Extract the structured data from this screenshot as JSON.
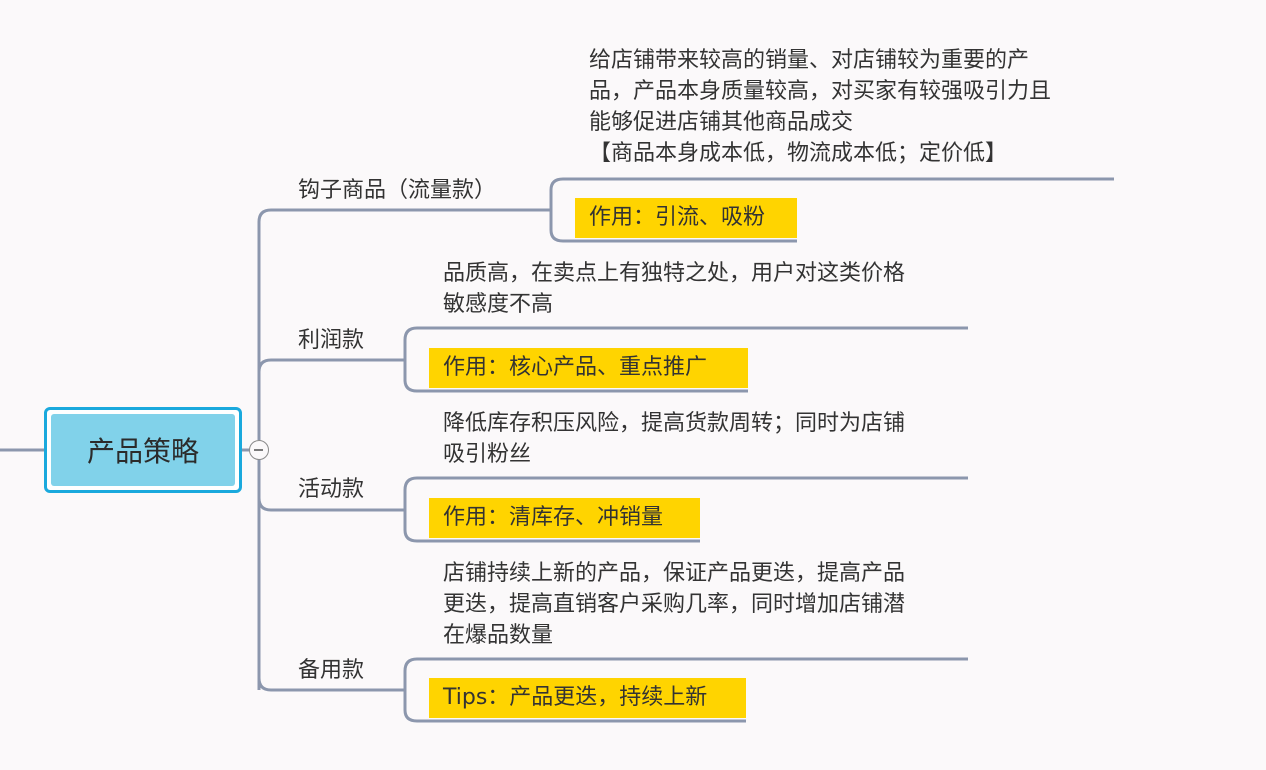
{
  "mindmap": {
    "root": {
      "label": "产品策略"
    },
    "branches": [
      {
        "label": "钩子商品（流量款）",
        "description_lines": [
          "给店铺带来较高的销量、对店铺较为重要的产",
          "品，产品本身质量较高，对买家有较强吸引力且",
          "能够促进店铺其他商品成交",
          "【商品本身成本低，物流成本低；定价低】"
        ],
        "highlight": "作用：引流、吸粉"
      },
      {
        "label": "利润款",
        "description_lines": [
          "品质高，在卖点上有独特之处，用户对这类价格",
          "敏感度不高"
        ],
        "highlight": "作用：核心产品、重点推广"
      },
      {
        "label": "活动款",
        "description_lines": [
          "降低库存积压风险，提高货款周转；同时为店铺",
          "吸引粉丝"
        ],
        "highlight": "作用：清库存、冲销量"
      },
      {
        "label": "备用款",
        "description_lines": [
          "店铺持续上新的产品，保证产品更迭，提高产品",
          "更迭，提高直销客户采购几率，同时增加店铺潜",
          "在爆品数量"
        ],
        "highlight": "Tips：产品更迭，持续上新"
      }
    ],
    "colors": {
      "connector": "#8c97ad",
      "root_border": "#1aa9dd",
      "root_fill": "#81d2ea",
      "highlight": "#ffd400"
    }
  }
}
